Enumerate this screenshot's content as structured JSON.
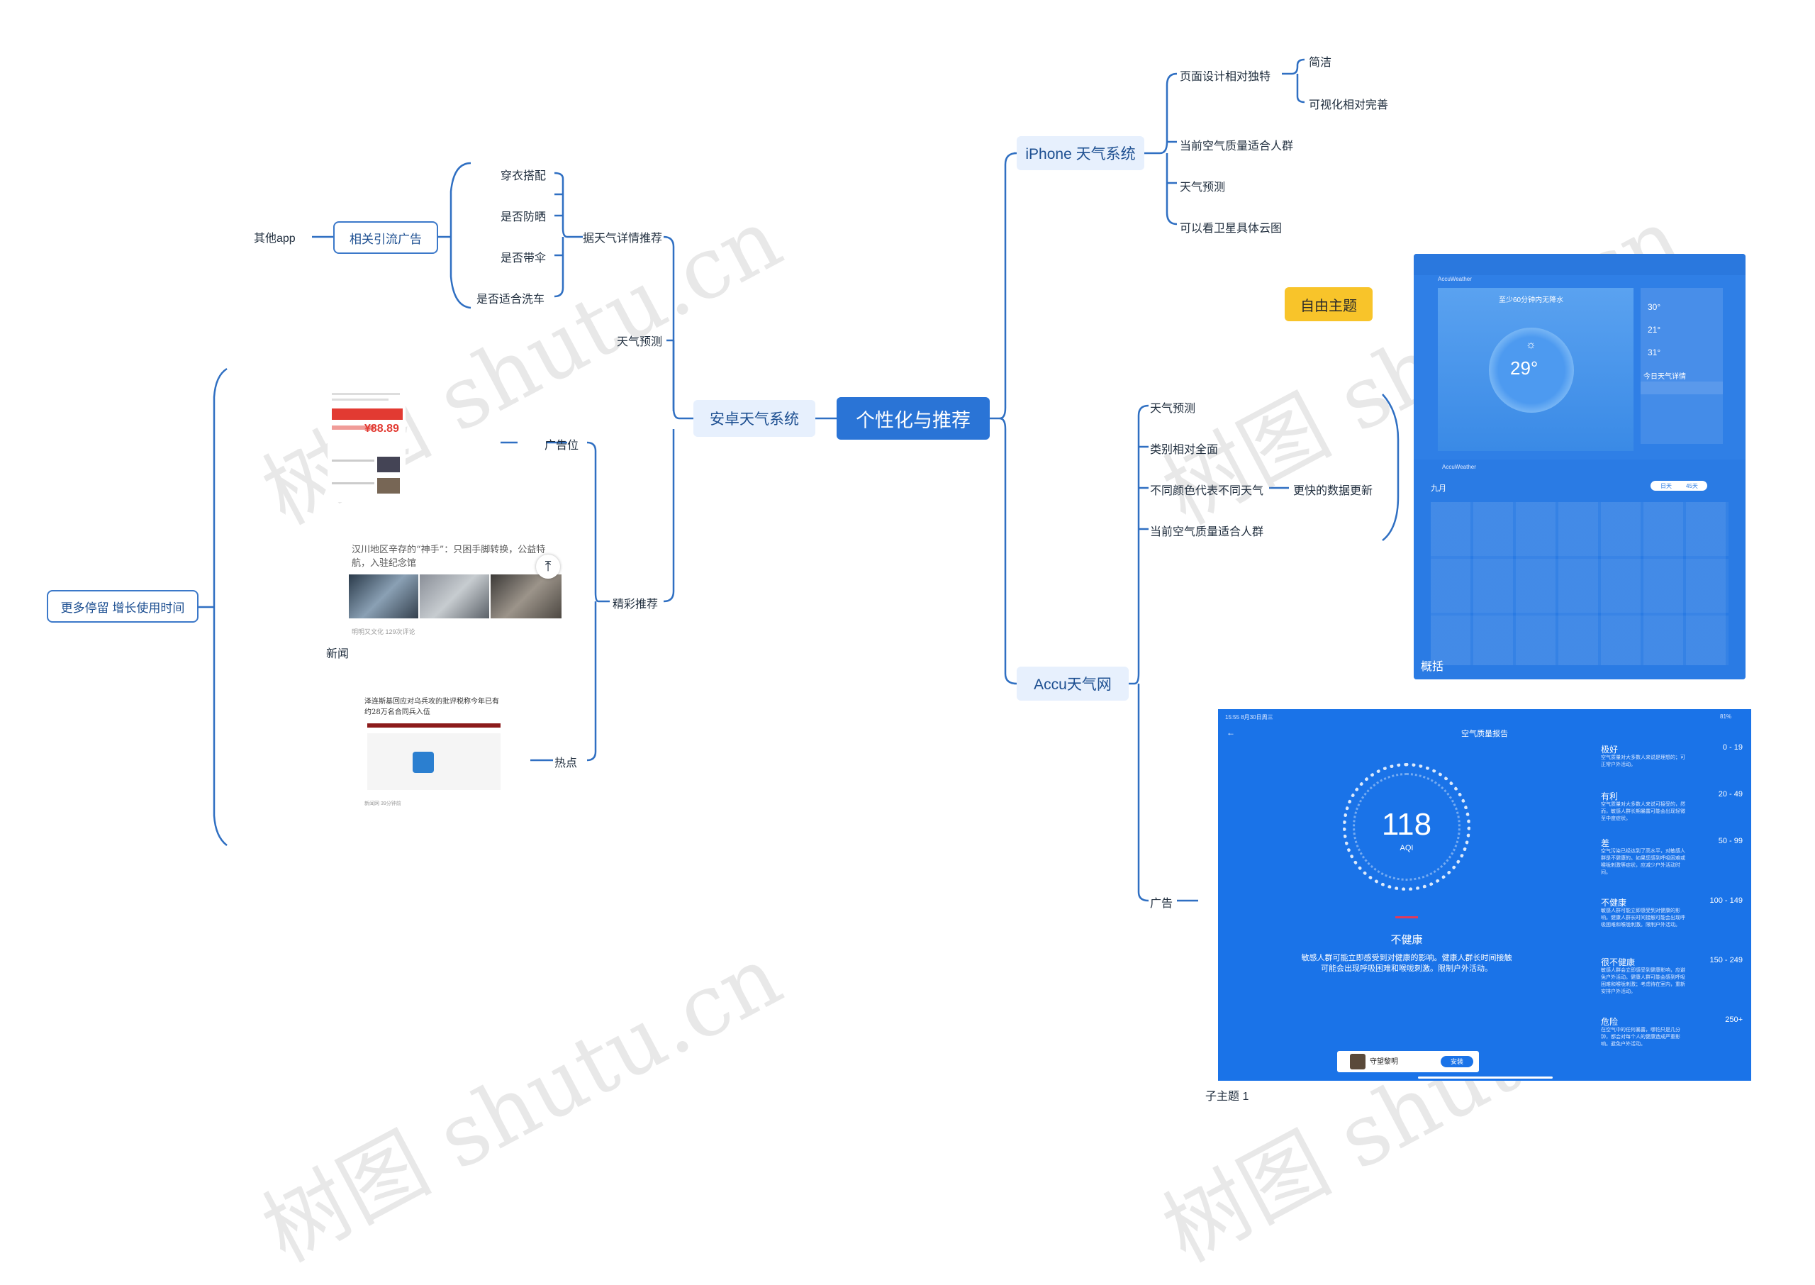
{
  "root": "个性化与推荐",
  "left": {
    "android": "安卓天气系统",
    "weather_detail": "据天气详情推荐",
    "detail_items": [
      "穿衣搭配",
      "是否防晒",
      "是否带伞",
      "是否适合洗车"
    ],
    "ad_node": "相关引流广告",
    "other_app": "其他app",
    "forecast": "天气预测",
    "featured": "精彩推荐",
    "featured_items": [
      "广告位",
      "热点"
    ],
    "news_label": "新闻",
    "retention": "更多停留 增长使用时间",
    "news1": {
      "price": "¥88.89"
    },
    "news2": {
      "headline": "汉川地区辛存的“神手”：只困手脚转换，公益特航，入驻纪念馆",
      "meta": "明明又文化  129次评论"
    },
    "news3": {
      "headline": "泽连斯基回应对乌兵攻的批评税称今年已有约28万名合同兵入伍",
      "meta": "新闻网  39分钟前"
    }
  },
  "right": {
    "iphone": "iPhone 天气系统",
    "iphone_items": [
      "页面设计相对独特",
      "当前空气质量适合人群",
      "天气预测",
      "可以看卫星具体云图"
    ],
    "design_items": [
      "简洁",
      "可视化相对完善"
    ],
    "accu": "Accu天气网",
    "accu_items": [
      "天气预测",
      "类别相对全面",
      "不同颜色代表不同天气",
      "当前空气质量适合人群",
      "广告"
    ],
    "faster_update": "更快的数据更新",
    "free_theme": "自由主题",
    "overview": "概括",
    "subtopic": "子主题 1"
  },
  "weather_shot": {
    "brand": "AccuWeather",
    "rain": "至少60分钟内无降水",
    "temp": "29°",
    "panel_temps": [
      "30°",
      "21°",
      "31°"
    ],
    "today": "今日天气详情",
    "month": "九月",
    "toggle": [
      "日天",
      "45天"
    ]
  },
  "aqi_shot": {
    "title": "空气质量报告",
    "status_time": "15:55  8月30日周三",
    "battery": "81%",
    "value": "118",
    "unit": "AQI",
    "level": "不健康",
    "desc": "敏感人群可能立即感受到对健康的影响。健康人群长时间接触可能会出现呼吸困难和喉咙刺激。限制户外活动。",
    "ad_name": "守望黎明",
    "ad_btn": "安装",
    "scale": [
      {
        "name": "极好",
        "range": "0 - 19",
        "text": "空气质量对大多数人来说是理想的；可正常户外活动。"
      },
      {
        "name": "有利",
        "range": "20 - 49",
        "text": "空气质量对大多数人来说可接受的，然而，敏感人群长期暴露可能会出现轻微至中度症状。"
      },
      {
        "name": "差",
        "range": "50 - 99",
        "text": "空气污染已经达到了高水平，对敏感人群是不健康的。如果您感到呼吸困难或喉咙刺激等症状，应减少户外活动时间。"
      },
      {
        "name": "不健康",
        "range": "100 - 149",
        "text": "敏感人群可能立即感受到对健康的影响。健康人群长时间接触可能会出现呼吸困难和喉咙刺激。限制户外活动。"
      },
      {
        "name": "很不健康",
        "range": "150 - 249",
        "text": "敏感人群会立即感受到健康影响，应避免户外活动。健康人群可能会感到呼吸困难和喉咙刺激；考虑待在室内，重新安排户外活动。"
      },
      {
        "name": "危险",
        "range": "250+",
        "text": "在空气中的任何暴露，哪怕只是几分钟，都会对每个人的健康造成严重影响。避免户外活动。"
      }
    ]
  },
  "watermark": "树图 shutu.cn",
  "colors": {
    "line": "#2f6fc2",
    "root": "#2a74d6",
    "theme": "#f8c42a",
    "screen": "#1a73e8"
  }
}
